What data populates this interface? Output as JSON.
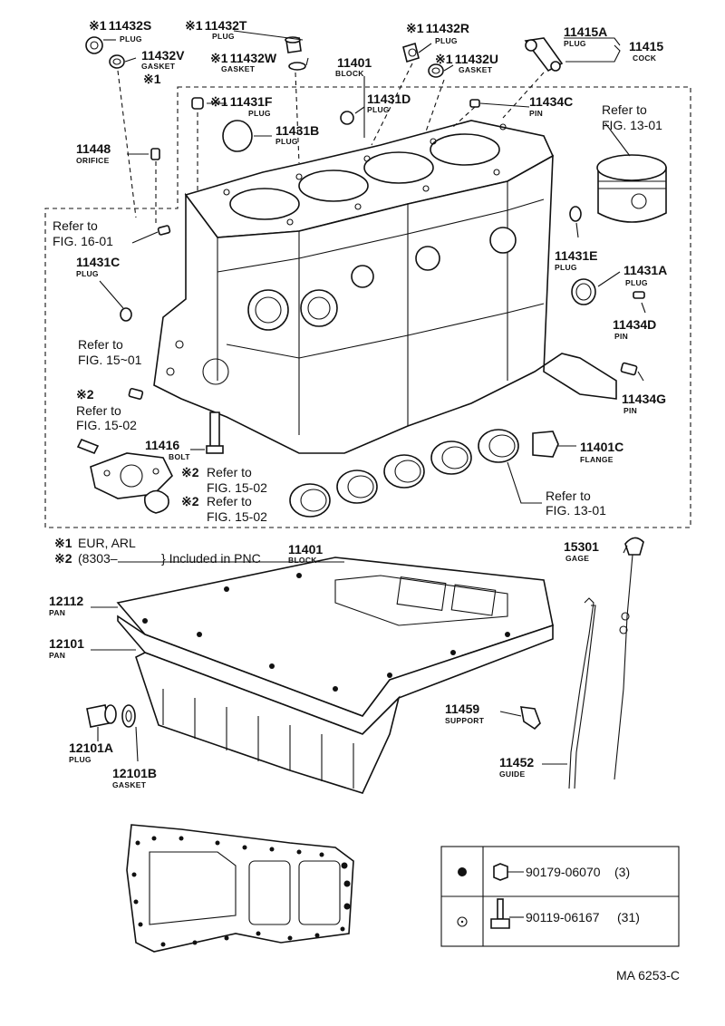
{
  "callouts": [
    {
      "id": "11432s",
      "num": "11432S",
      "name": "PLUG",
      "mark": "※1"
    },
    {
      "id": "11432v",
      "num": "11432V",
      "name": "GASKET",
      "mark": "※1"
    },
    {
      "id": "11432t",
      "num": "11432T",
      "name": "PLUG",
      "mark": "※1"
    },
    {
      "id": "11432w",
      "num": "11432W",
      "name": "GASKET",
      "mark": "※1"
    },
    {
      "id": "11432r",
      "num": "11432R",
      "name": "PLUG",
      "mark": "※1"
    },
    {
      "id": "11432u",
      "num": "11432U",
      "name": "GASKET",
      "mark": "※1"
    },
    {
      "id": "11415a",
      "num": "11415A",
      "name": "PLUG",
      "mark": ""
    },
    {
      "id": "11415",
      "num": "11415",
      "name": "COCK",
      "mark": ""
    },
    {
      "id": "11401",
      "num": "11401",
      "name": "BLOCK",
      "mark": ""
    },
    {
      "id": "11431f",
      "num": "11431F",
      "name": "PLUG",
      "mark": "※1"
    },
    {
      "id": "11431d",
      "num": "11431D",
      "name": "PLUG",
      "mark": ""
    },
    {
      "id": "11434c",
      "num": "11434C",
      "name": "PIN",
      "mark": ""
    },
    {
      "id": "11431b",
      "num": "11431B",
      "name": "PLUG",
      "mark": ""
    },
    {
      "id": "11448",
      "num": "11448",
      "name": "ORIFICE",
      "mark": ""
    },
    {
      "id": "11431c",
      "num": "11431C",
      "name": "PLUG",
      "mark": ""
    },
    {
      "id": "11431e",
      "num": "11431E",
      "name": "PLUG",
      "mark": ""
    },
    {
      "id": "11431a",
      "num": "11431A",
      "name": "PLUG",
      "mark": ""
    },
    {
      "id": "11434d",
      "num": "11434D",
      "name": "PIN",
      "mark": ""
    },
    {
      "id": "11434g",
      "num": "11434G",
      "name": "PIN",
      "mark": ""
    },
    {
      "id": "11416",
      "num": "11416",
      "name": "BOLT",
      "mark": ""
    },
    {
      "id": "11401c",
      "num": "11401C",
      "name": "FLANGE",
      "mark": ""
    },
    {
      "id": "15301",
      "num": "15301",
      "name": "GAGE",
      "mark": ""
    },
    {
      "id": "12112",
      "num": "12112",
      "name": "PAN",
      "mark": ""
    },
    {
      "id": "12101",
      "num": "12101",
      "name": "PAN",
      "mark": ""
    },
    {
      "id": "12101a",
      "num": "12101A",
      "name": "PLUG",
      "mark": ""
    },
    {
      "id": "12101b",
      "num": "12101B",
      "name": "GASKET",
      "mark": ""
    },
    {
      "id": "11459",
      "num": "11459",
      "name": "SUPPORT",
      "mark": ""
    },
    {
      "id": "11452",
      "num": "11452",
      "name": "GUIDE",
      "mark": ""
    }
  ],
  "refs": [
    {
      "id": "ref1301a",
      "line1": "Refer to",
      "line2": "FIG. 13-01"
    },
    {
      "id": "ref1601",
      "line1": "Refer to",
      "line2": "FIG. 16-01"
    },
    {
      "id": "ref1501",
      "line1": "Refer to",
      "line2": "FIG. 15~01"
    },
    {
      "id": "ref1502a",
      "mark": "※2",
      "line1": "Refer to",
      "line2": "FIG. 15-02"
    },
    {
      "id": "ref1502b",
      "mark": "※2",
      "line1": "Refer to",
      "line2": "FIG. 15-02"
    },
    {
      "id": "ref1502c",
      "mark": "※2",
      "line1": "Refer to",
      "line2": "FIG. 15-02"
    },
    {
      "id": "ref1301b",
      "line1": "Refer to",
      "line2": "FIG. 13-01"
    }
  ],
  "legend": {
    "mark1": "※1",
    "text1": "EUR, ARL",
    "mark2": "※2",
    "text2": "(8303–",
    "included": "} Included in PNC",
    "pnc_num": "11401",
    "pnc_name": "BLOCK"
  },
  "fasteners": [
    {
      "symbol": "filled-dot",
      "part": "90179-06070",
      "qty": "(3)"
    },
    {
      "symbol": "open-circle",
      "part": "90119-06167",
      "qty": "(31)"
    }
  ],
  "footer": {
    "code": "MA  6253-C"
  }
}
